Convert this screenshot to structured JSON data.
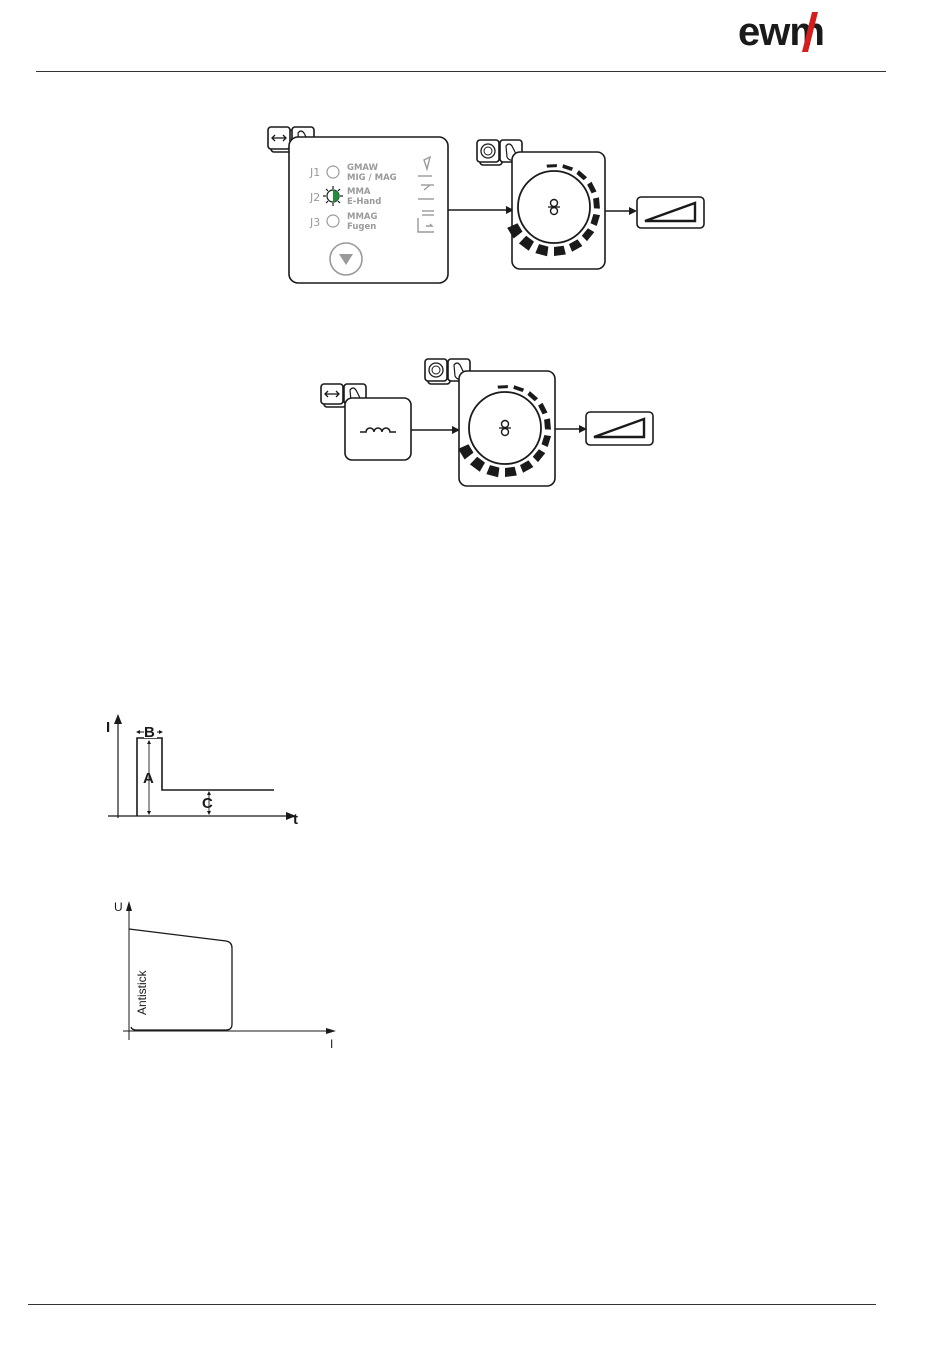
{
  "header": {
    "logo_text": "ewm"
  },
  "diagram1": {
    "selector_icon": "arrows-horizontal-icon",
    "touch_icon": "hand-touch-icon",
    "jobs": [
      {
        "id": "J1",
        "line1": "GMAW",
        "line2": "MIG / MAG",
        "state": "off"
      },
      {
        "id": "J2",
        "line1": "MMA",
        "line2": "E-Hand",
        "state": "active"
      },
      {
        "id": "J3",
        "line1": "MMAG",
        "line2": "Fugen",
        "state": "off"
      }
    ],
    "active_led_color": "#1f8f3a",
    "dial_icon": "knob-rotate-icon",
    "output_icon": "ramp-triangle-icon"
  },
  "diagram2": {
    "function_icon": "inductance-coil-icon",
    "dial_icon": "knob-rotate-icon",
    "output_icon": "ramp-triangle-icon"
  },
  "hotstart_graph": {
    "y_label": "I",
    "x_label": "t",
    "label_a": "A",
    "label_b": "B",
    "label_c": "C"
  },
  "antistick_graph": {
    "y_label": "U",
    "x_label": "I",
    "area_label": "Antistick"
  }
}
